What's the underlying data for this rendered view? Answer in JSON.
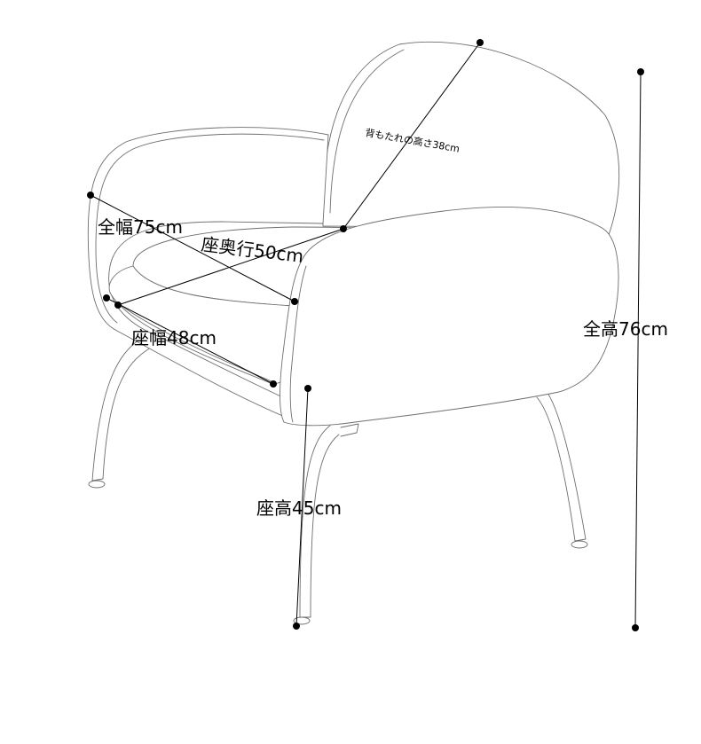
{
  "labels": {
    "back_height": "背もたれの高さ38cm",
    "overall_width": "全幅75cm",
    "seat_depth": "座奥行50cm",
    "seat_width": "座幅48cm",
    "overall_height": "全高76cm",
    "seat_height": "座高45cm"
  },
  "colors": {
    "outline": "#6e6e6e",
    "dimension": "#000000",
    "background": "#ffffff"
  }
}
